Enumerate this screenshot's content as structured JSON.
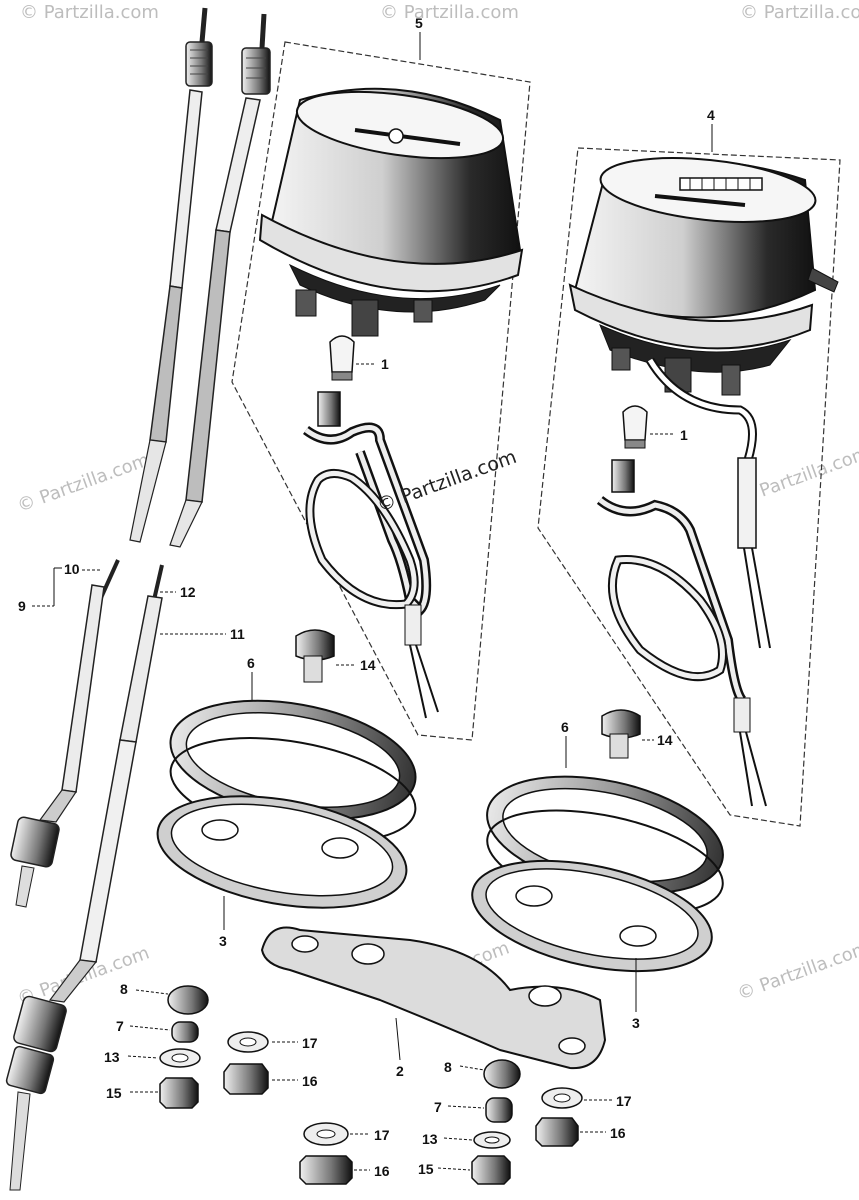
{
  "watermark": {
    "center_text": "© Partzilla.com",
    "tile_text": "© Partzilla.com"
  },
  "callouts": {
    "bulb": "1",
    "bracket": "2",
    "cup": "3",
    "tachometer": "4",
    "speedometer": "5",
    "case_rubber": "6",
    "collar": "7",
    "cap_nut": "8",
    "speedo_cable": "9",
    "speedo_inner": "10",
    "tacho_cable": "11",
    "tacho_inner": "12",
    "washer": "13",
    "bolt": "14",
    "nut": "15",
    "nut_b": "16",
    "washer_b": "17"
  }
}
